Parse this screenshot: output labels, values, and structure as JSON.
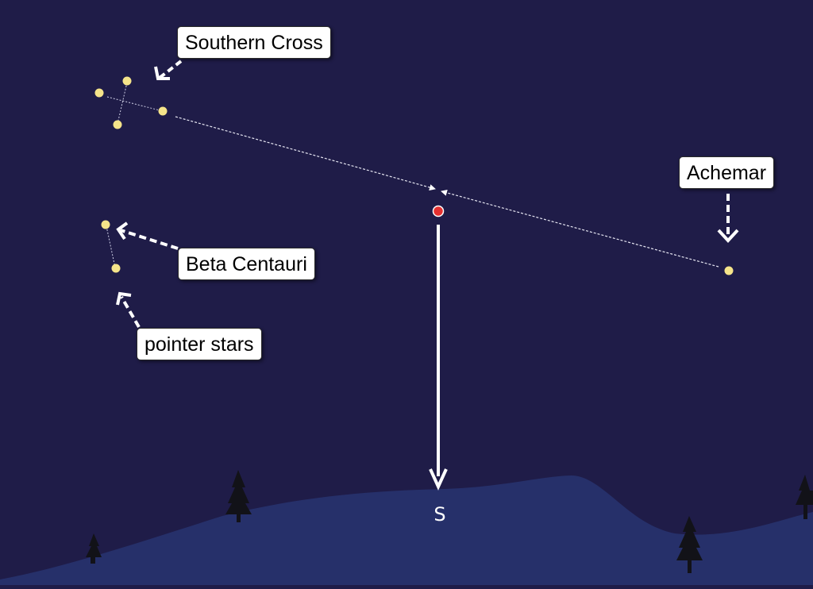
{
  "labels": {
    "southern_cross": "Southern Cross",
    "achemar": "Achemar",
    "beta_centauri": "Beta Centauri",
    "pointer_stars": "pointer stars"
  },
  "compass": {
    "south": "S"
  },
  "colors": {
    "sky": "#1f1c48",
    "ground": "#26306a",
    "star": "#f5e48a",
    "pole_marker": "#e53030",
    "tree": "#121218",
    "label_background": "#ffffff"
  },
  "icons": [
    "star-icon",
    "south-pole-marker-icon",
    "tree-icon"
  ]
}
